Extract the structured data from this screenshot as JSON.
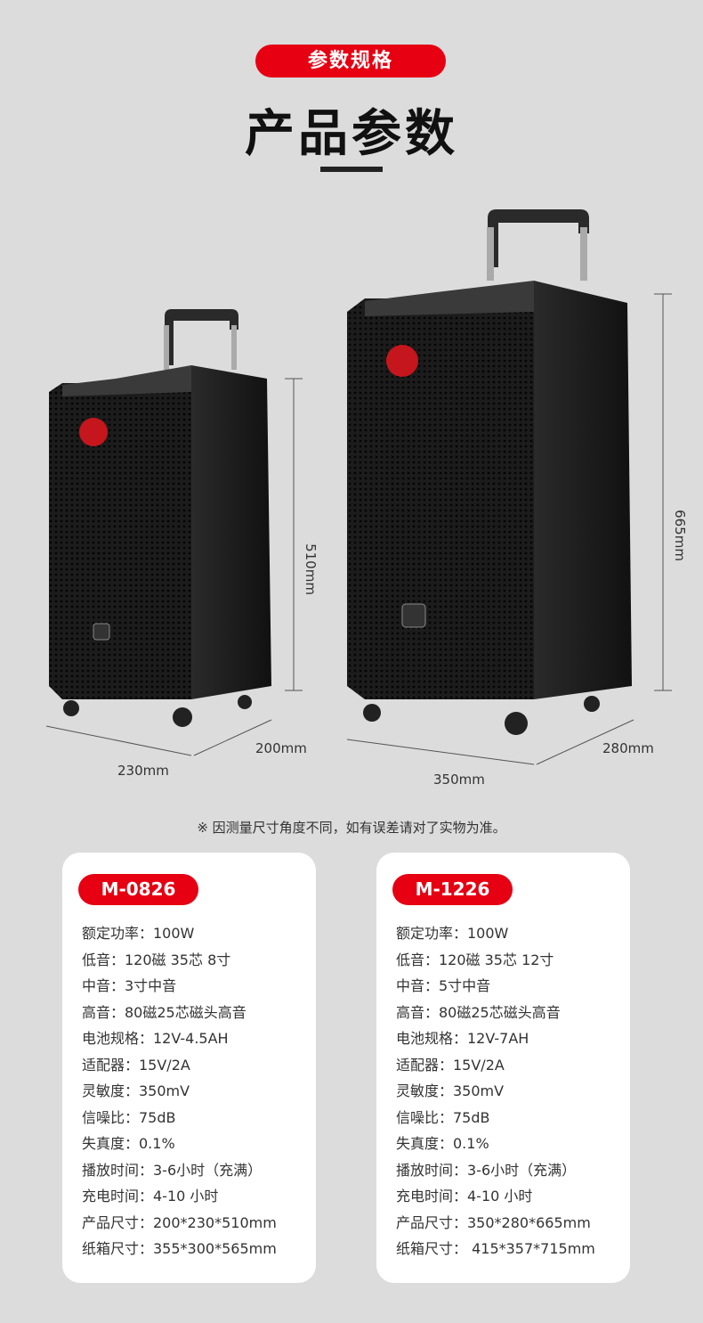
{
  "header": {
    "badge": "参数规格",
    "title": "产品参数"
  },
  "dimensions": {
    "small": {
      "height": "510mm",
      "width": "230mm",
      "depth": "200mm"
    },
    "large": {
      "height": "665mm",
      "width": "350mm",
      "depth": "280mm"
    }
  },
  "note": "※ 因测量尺寸角度不同，如有误差请对了实物为准。",
  "models": [
    {
      "name": "M-0826",
      "specs": [
        "额定功率：100W",
        "低音：120磁 35芯 8寸",
        "中音：3寸中音",
        "高音：80磁25芯磁头高音",
        "电池规格：12V-4.5AH",
        "适配器：15V/2A",
        "灵敏度：350mV",
        "信噪比：75dB",
        "失真度：0.1%",
        "播放时间：3-6小时（充满）",
        "充电时间：4-10 小时",
        "产品尺寸：200*230*510mm",
        "纸箱尺寸：355*300*565mm"
      ]
    },
    {
      "name": "M-1226",
      "specs": [
        "额定功率：100W",
        "低音：120磁 35芯 12寸",
        "中音：5寸中音",
        "高音：80磁25芯磁头高音",
        "电池规格：12V-7AH",
        "适配器：15V/2A",
        "灵敏度：350mV",
        "信噪比：75dB",
        "失真度：0.1%",
        "播放时间：3-6小时（充满）",
        "充电时间：4-10 小时",
        "产品尺寸：350*280*665mm",
        "纸箱尺寸： 415*357*715mm"
      ]
    }
  ]
}
